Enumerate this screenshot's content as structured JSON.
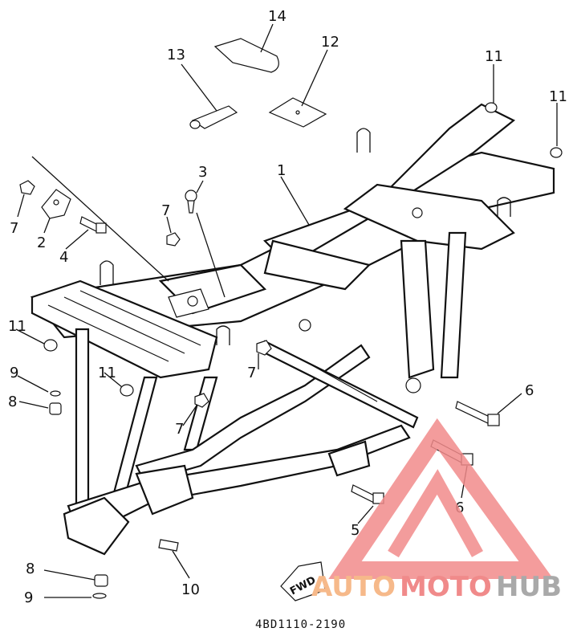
{
  "diagram": {
    "part_code": "4BD1110-2190",
    "fwd_label": "FWD",
    "callouts": [
      {
        "key": "c1",
        "label": "1"
      },
      {
        "key": "c2",
        "label": "2"
      },
      {
        "key": "c3",
        "label": "3"
      },
      {
        "key": "c4",
        "label": "4"
      },
      {
        "key": "c5",
        "label": "5"
      },
      {
        "key": "c6a",
        "label": "6"
      },
      {
        "key": "c6b",
        "label": "6"
      },
      {
        "key": "c7a",
        "label": "7"
      },
      {
        "key": "c7b",
        "label": "7"
      },
      {
        "key": "c7c",
        "label": "7"
      },
      {
        "key": "c7d",
        "label": "7"
      },
      {
        "key": "c8a",
        "label": "8"
      },
      {
        "key": "c8b",
        "label": "8"
      },
      {
        "key": "c9a",
        "label": "9"
      },
      {
        "key": "c9b",
        "label": "9"
      },
      {
        "key": "c10",
        "label": "10"
      },
      {
        "key": "c11a",
        "label": "11"
      },
      {
        "key": "c11b",
        "label": "11"
      },
      {
        "key": "c11c",
        "label": "11"
      },
      {
        "key": "c11d",
        "label": "11"
      },
      {
        "key": "c12",
        "label": "12"
      },
      {
        "key": "c13",
        "label": "13"
      },
      {
        "key": "c14",
        "label": "14"
      }
    ]
  },
  "watermark": {
    "part_auto": "AUTO",
    "part_moto": "MOTO",
    "part_hub": "HUB",
    "color_auto": "#f6b98a",
    "color_moto": "#f08a8a",
    "color_hub": "#a9a9a9",
    "color_logo": "#f28b8b"
  }
}
